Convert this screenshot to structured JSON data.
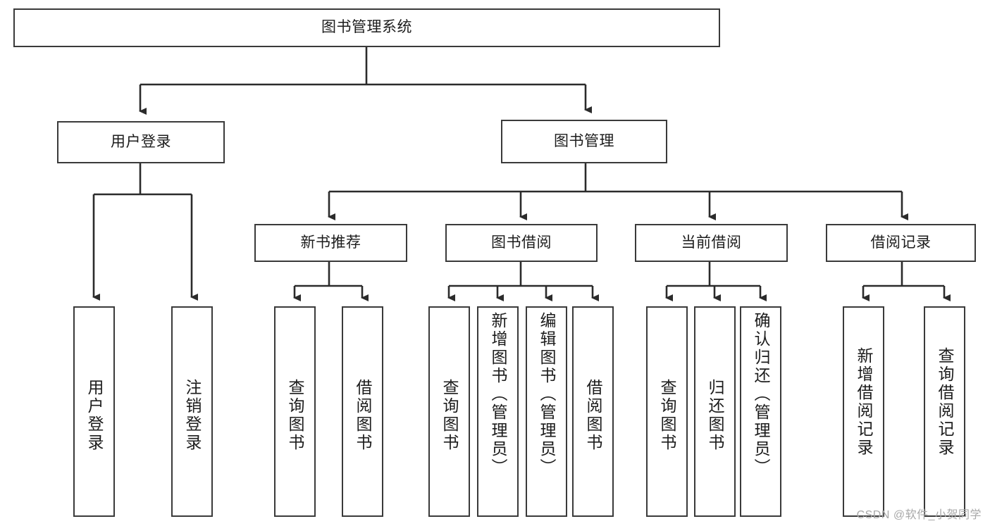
{
  "diagram": {
    "title": "图书管理系统",
    "type": "tree",
    "root": {
      "id": "root",
      "label": "图书管理系统",
      "orientation": "horizontal"
    },
    "level2": [
      {
        "id": "user-login",
        "label": "用户登录",
        "orientation": "horizontal"
      },
      {
        "id": "book-manage",
        "label": "图书管理",
        "orientation": "horizontal"
      }
    ],
    "level3": [
      {
        "id": "new-book-recommend",
        "label": "新书推荐",
        "orientation": "horizontal",
        "parent": "book-manage"
      },
      {
        "id": "book-borrow",
        "label": "图书借阅",
        "orientation": "horizontal",
        "parent": "book-manage"
      },
      {
        "id": "current-borrow",
        "label": "当前借阅",
        "orientation": "horizontal",
        "parent": "book-manage"
      },
      {
        "id": "borrow-record",
        "label": "借阅记录",
        "orientation": "horizontal",
        "parent": "book-manage"
      }
    ],
    "leaves": [
      {
        "id": "leaf-user-login",
        "label": "用户登录",
        "parent": "user-login"
      },
      {
        "id": "leaf-user-logout",
        "label": "注销登录",
        "parent": "user-login"
      },
      {
        "id": "leaf-query-book-1",
        "label": "查询图书",
        "parent": "new-book-recommend"
      },
      {
        "id": "leaf-borrow-book-1",
        "label": "借阅图书",
        "parent": "new-book-recommend"
      },
      {
        "id": "leaf-query-book-2",
        "label": "查询图书",
        "parent": "book-borrow"
      },
      {
        "id": "leaf-add-book",
        "label": "新增图书（管理员）",
        "parent": "book-borrow"
      },
      {
        "id": "leaf-edit-book",
        "label": "编辑图书（管理员）",
        "parent": "book-borrow"
      },
      {
        "id": "leaf-borrow-book-2",
        "label": "借阅图书",
        "parent": "book-borrow"
      },
      {
        "id": "leaf-query-book-3",
        "label": "查询图书",
        "parent": "current-borrow"
      },
      {
        "id": "leaf-return-book",
        "label": "归还图书",
        "parent": "current-borrow"
      },
      {
        "id": "leaf-confirm-return",
        "label": "确认归还（管理员）",
        "parent": "current-borrow"
      },
      {
        "id": "leaf-add-record",
        "label": "新增借阅记录",
        "parent": "borrow-record"
      },
      {
        "id": "leaf-query-record",
        "label": "查询借阅记录",
        "parent": "borrow-record"
      }
    ],
    "colors": {
      "box_border": "#3a3a3a",
      "box_fill": "#ffffff",
      "connector": "#2b2b2b",
      "text": "#1c1c1c",
      "watermark": "#a8a8a8",
      "background": "#ffffff"
    }
  },
  "watermark": {
    "text": "CSDN @软件_小贺同学"
  }
}
